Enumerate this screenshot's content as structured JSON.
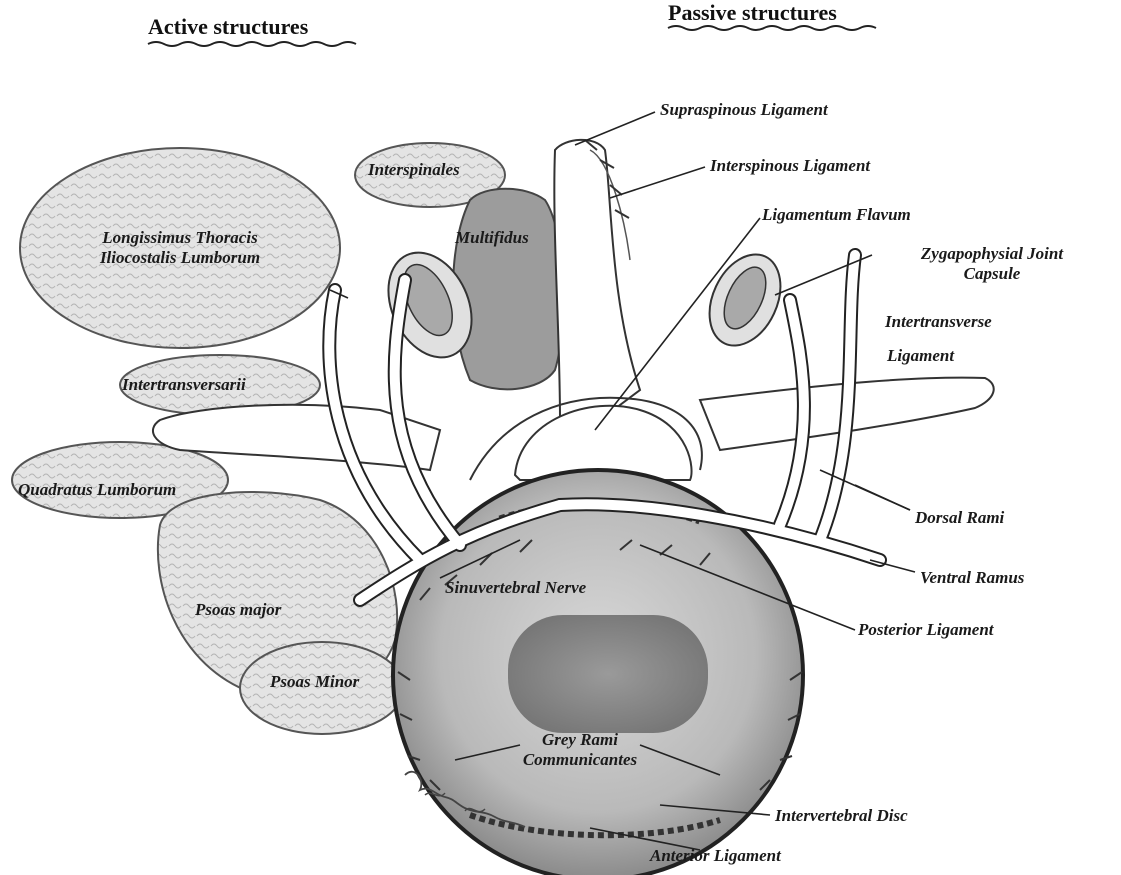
{
  "headers": {
    "active": "Active structures",
    "passive": "Passive structures"
  },
  "labels": {
    "longissimus_line1": "Longissimus Thoracis",
    "longissimus_line2": "Iliocostalis Lumborum",
    "interspinales": "Interspinales",
    "multifidus": "Multifidus",
    "intertransversarii": "Intertransversarii",
    "quadratus_lumborum": "Quadratus Lumborum",
    "psoas_major": "Psoas major",
    "psoas_minor": "Psoas Minor",
    "supraspinous_ligament": "Supraspinous Ligament",
    "interspinous_ligament": "Interspinous Ligament",
    "ligamentum_flavum": "Ligamentum Flavum",
    "zygapophysial_line1": "Zygapophysial Joint",
    "zygapophysial_line2": "Capsule",
    "intertransverse_line1": "Intertransverse",
    "intertransverse_line2": "Ligament",
    "dorsal_rami": "Dorsal Rami",
    "ventral_ramus": "Ventral Ramus",
    "sinuvertebral_nerve": "Sinuvertebral Nerve",
    "posterior_ligament": "Posterior Ligament",
    "grey_rami_line1": "Grey Rami",
    "grey_rami_line2": "Communicantes",
    "intervertebral_disc": "Intervertebral Disc",
    "anterior_ligament": "Anterior Ligament"
  },
  "colors": {
    "ink": "#1a1a1a",
    "muscle_fill": "#dcdcdc",
    "disc_fill": "#bdbdbd",
    "nucleus_fill": "#8f8f8f",
    "bone_fill": "#ffffff"
  }
}
